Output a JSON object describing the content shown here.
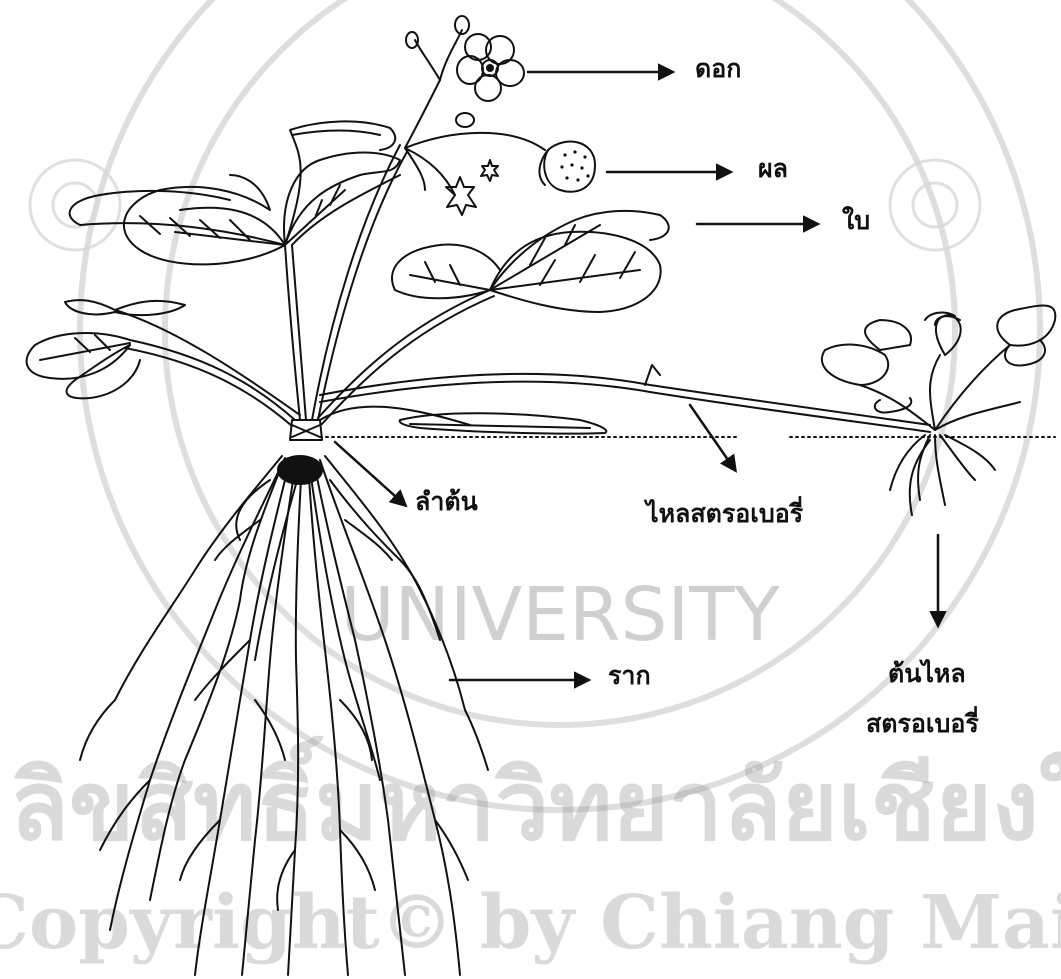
{
  "labels": {
    "flower": "ดอก",
    "fruit": "ผล",
    "leaf": "ใบ",
    "stem": "ลำต้น",
    "runner": "ไหลสตรอเบอรี่",
    "root": "ราก",
    "daughter_plant_line1": "ต้นไหล",
    "daughter_plant_line2": "สตรอเบอรี่"
  },
  "watermark": {
    "thai_text": "ลิขสิทธิ์มหาวิทยาลัยเชียงใหม่",
    "copyright_text": "Copyright© by Chiang Mai University",
    "seal_text": "UNIVERSITY"
  },
  "colors": {
    "ink": "#111111",
    "watermark": "#cfcfcf"
  }
}
